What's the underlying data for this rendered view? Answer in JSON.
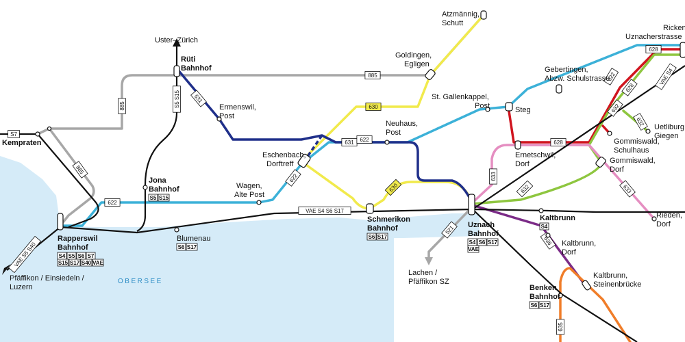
{
  "colors": {
    "lake": "#d5ebf8",
    "black": "#111111",
    "grey": "#a7a7a7",
    "navy": "#1f2f8a",
    "cyan": "#3cb1d8",
    "yellow": "#f1ea4c",
    "red": "#d0141e",
    "green": "#8ec63f",
    "pink": "#e58ec1",
    "purple": "#7b2b87",
    "orange": "#f07d29"
  },
  "lake_name": "OBERSEE",
  "stations": {
    "kempraten": "Kempraten",
    "uster_zurich": "Uster–Zürich",
    "rueti_1": "Rüti",
    "rueti_2": "Bahnhof",
    "ermenswil_1": "Ermenswil,",
    "ermenswil_2": "Post",
    "jona_1": "Jona",
    "jona_2": "Bahnhof",
    "wagen_1": "Wagen,",
    "wagen_2": "Alte Post",
    "eschenbach_1": "Eschenbach,",
    "eschenbach_2": "Dorftreff",
    "neuhaus_1": "Neuhaus,",
    "neuhaus_2": "Post",
    "stgallenkappel_1": "St. Gallenkappel,",
    "stgallenkappel_2": "Post",
    "goldingen_1": "Goldingen,",
    "goldingen_2": "Egligen",
    "atzmaennig_1": "Atzmännig,",
    "atzmaennig_2": "Schutt",
    "gebertingen_1": "Gebertingen,",
    "gebertingen_2": "Abzw. Schulstrasse",
    "ricken_1": "Ricken,",
    "ricken_2": "Uznacherstrasse",
    "steg": "Steg",
    "uetliburg_1": "Uetliburg,",
    "uetliburg_2": "Giegen",
    "gommiswald_schulhaus_1": "Gommiswald,",
    "gommiswald_schulhaus_2": "Schulhaus",
    "gommiswald_dorf_1": "Gommiswald,",
    "gommiswald_dorf_2": "Dorf",
    "ernetschwil_1": "Ernetschwil,",
    "ernetschwil_2": "Dorf",
    "rieden_1": "Rieden,",
    "rieden_2": "Dorf",
    "rapperswil_1": "Rapperswil",
    "rapperswil_2": "Bahnhof",
    "blumenau": "Blumenau",
    "schmerikon_1": "Schmerikon",
    "schmerikon_2": "Bahnhof",
    "uznach_1": "Uznach",
    "uznach_2": "Bahnhof",
    "kaltbrunn": "Kaltbrunn",
    "kaltbrunn_dorf_1": "Kaltbrunn,",
    "kaltbrunn_dorf_2": "Dorf",
    "kaltbrunn_steinen_1": "Kaltbrunn,",
    "kaltbrunn_steinen_2": "Steinenbrücke",
    "benken_1": "Benken",
    "benken_2": "Bahnhof",
    "lachen_1": "Lachen /",
    "lachen_2": "Pfäffikon SZ",
    "pfaeffikon_1": "Pfäffikon / Einsiedeln /",
    "pfaeffikon_2": "Luzern"
  },
  "route_tags": {
    "s7_kempraten": "S7",
    "bus885_top": "885",
    "bus885_left": "885",
    "bus885_diag": "885",
    "s5s15_rueti": "S5 S15",
    "bus631_rueti": "631",
    "bus631_mid": "631",
    "bus622_west": "622",
    "bus622_mid": "622",
    "bus622_esch": "622",
    "bus622_east": "622",
    "bus630_top": "630",
    "bus630_bot": "630",
    "bus628_top": "628",
    "bus628_mid": "628",
    "bus628_diag": "628",
    "bus632_a": "632",
    "bus632_b": "632",
    "bus632_c": "632",
    "bus633_a": "633",
    "bus633_b": "633",
    "bus636": "636",
    "bus635": "635",
    "bus521": "521",
    "trains_mid": "VAE S4 S6 S17",
    "trains_ne": "VAE S4",
    "trains_sw": "VAE S5 S40"
  },
  "station_badges": {
    "jona": [
      "S5",
      "S15"
    ],
    "blumenau": [
      "S6",
      "S17"
    ],
    "schmerikon": [
      "S6",
      "S17"
    ],
    "rapperswil_row1": [
      "S4",
      "S5",
      "S6",
      "S7"
    ],
    "rapperswil_row2": [
      "S15",
      "S17",
      "S40",
      "VAE"
    ],
    "uznach_row1": [
      "S4",
      "S6",
      "S17"
    ],
    "uznach_row2": [
      "VAE"
    ],
    "kaltbrunn": [
      "S4"
    ],
    "benken": [
      "S6",
      "S17"
    ]
  }
}
